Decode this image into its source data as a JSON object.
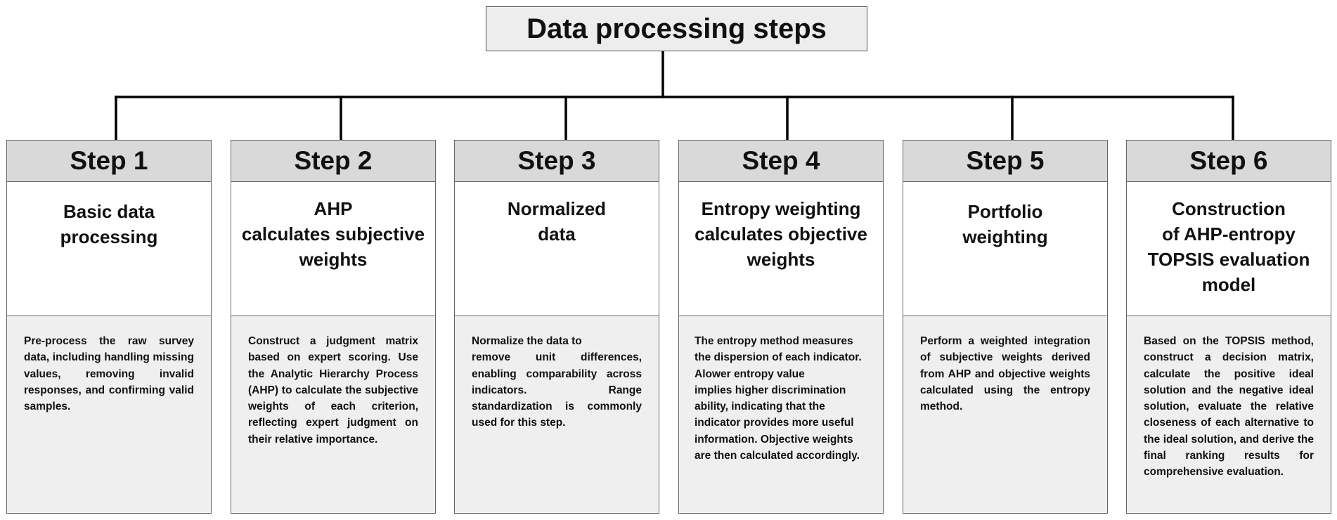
{
  "title": "Data processing steps",
  "steps": [
    {
      "label": "Step 1",
      "name": "Basic data\nprocessing",
      "description": "Pre-process the raw survey data, including handling missing values, removing invalid responses, and confirming valid samples."
    },
    {
      "label": "Step 2",
      "name": "AHP\ncalculates subjective\nweights",
      "description": "Construct a judgment matrix based on expert scoring. Use the Analytic Hierarchy Process (AHP) to calculate the subjective weights of each criterion, reflecting expert judgment on their relative importance."
    },
    {
      "label": "Step 3",
      "name": "Normalized\ndata",
      "description": "Normalize the data to\nremove unit differences, enabling comparability across indicators. Range standardization is commonly used for this step."
    },
    {
      "label": "Step 4",
      "name": "Entropy weighting\ncalculates objective\nweights",
      "description": "The entropy method measures the dispersion of each indicator.\nAlower entropy value\n implies higher discrimination ability, indicating that the\n indicator provides more useful information. Objective weights are then calculated accordingly."
    },
    {
      "label": "Step 5",
      "name": "Portfolio\nweighting",
      "description": "Perform a weighted integration of subjective weights derived from AHP and objective weights calculated using the entropy method."
    },
    {
      "label": "Step 6",
      "name": "Construction\nof AHP-entropy\nTOPSIS evaluation\nmodel",
      "description": "Based on the TOPSIS method, construct a decision matrix, calculate the positive ideal solution and the negative ideal solution, evaluate the relative closeness of each alternative to the ideal solution, and derive the final ranking results for comprehensive evaluation."
    }
  ]
}
